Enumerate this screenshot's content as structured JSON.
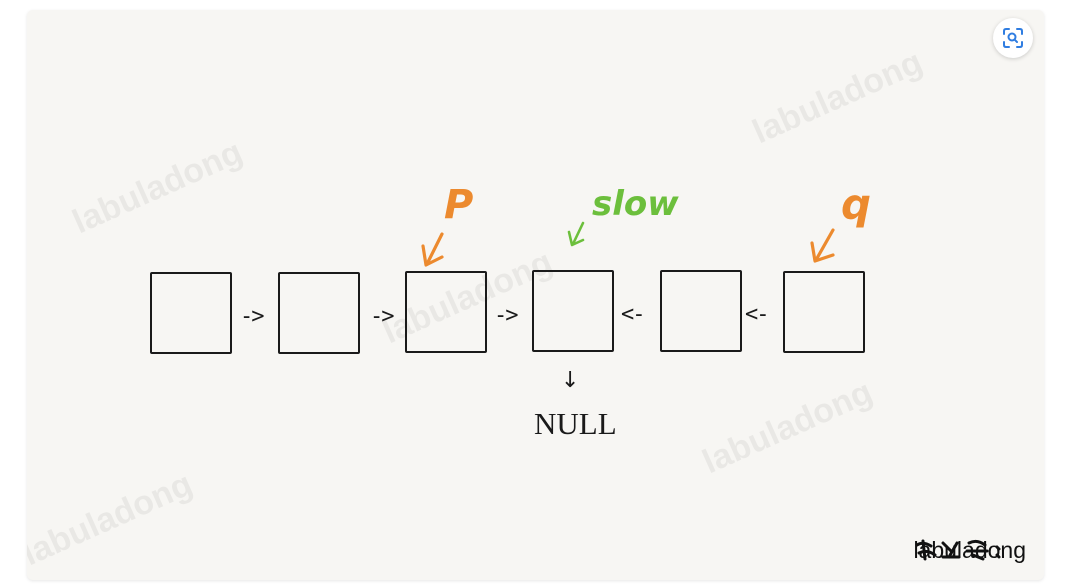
{
  "diagram": {
    "nodes": [
      "",
      "",
      "",
      "",
      "",
      ""
    ],
    "connectors": [
      "->",
      "->",
      "->",
      "<-",
      "<-"
    ],
    "null_label": "NULL",
    "null_arrow": "↓",
    "pointers": {
      "p": "P",
      "slow": "slow",
      "q": "q"
    },
    "pointer_colors": {
      "p": "#ec8a2e",
      "q": "#ec8a2e",
      "slow": "#6cbf3c"
    }
  },
  "watermark": {
    "text": "labuladong"
  },
  "signature": {
    "prefix_mark": "公众号：",
    "name": "labuladong"
  },
  "toolbar": {
    "zoom_icon": "zoom-scan-icon"
  }
}
